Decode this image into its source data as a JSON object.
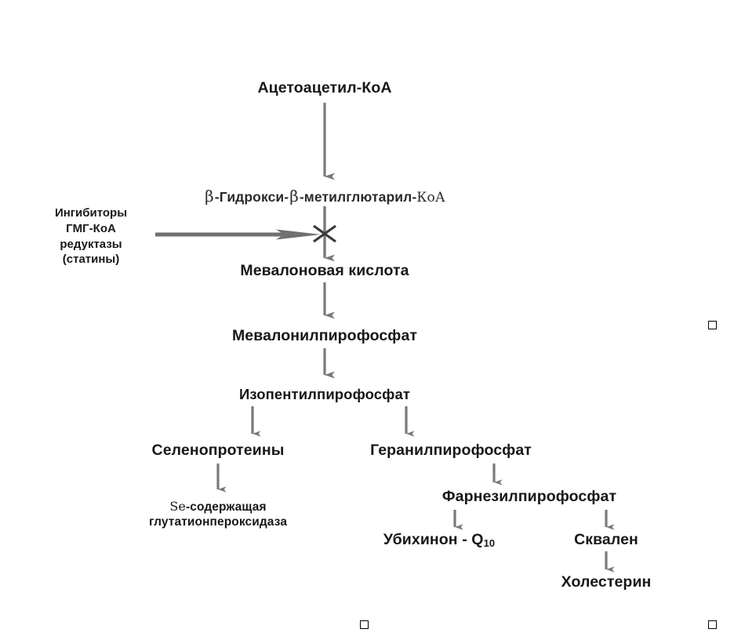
{
  "diagram": {
    "title_text": "Ацетоацетил-КоА",
    "background": "#ffffff",
    "arrow_color": "#7a7a7a",
    "text_color": "#181818",
    "nodes": {
      "acetoacetyl_coa": "Ацетоацетил-КоА",
      "hmg_coa_beta1": "β",
      "hmg_coa_mid": "-Гидрокси-",
      "hmg_coa_beta2": "β",
      "hmg_coa_tail": "-метилглютарил-",
      "hmg_coa_koa": "КоА",
      "mevalonic_acid": "Мевалоновая кислота",
      "mevalonyl_pp": "Мевалонилпирофосфат",
      "isopentenyl_pp": "Изопентилпирофосфат",
      "selenoproteins": "Селенопротеины",
      "se_glutathione_line1_prefix": "Se",
      "se_glutathione_line1_rest": "-содержащая",
      "se_glutathione_line2": "глутатионпероксидаза",
      "geranyl_pp": "Геранилпирофосфат",
      "farnesyl_pp": "Фарнезилпирофосфат",
      "ubiquinone_text": "Убихинон - Q",
      "ubiquinone_sub": "10",
      "squalene": "Сквален",
      "cholesterol": "Холестерин"
    },
    "inhibitor": {
      "line1": "Ингибиторы",
      "line2": "ГМГ-КоА",
      "line3": "редуктазы",
      "line4": "(статины)"
    },
    "marks": {
      "mark_right_middle": "page-mark-square",
      "mark_bottom_center": "page-mark-square",
      "mark_bottom_right": "page-mark-square"
    }
  }
}
